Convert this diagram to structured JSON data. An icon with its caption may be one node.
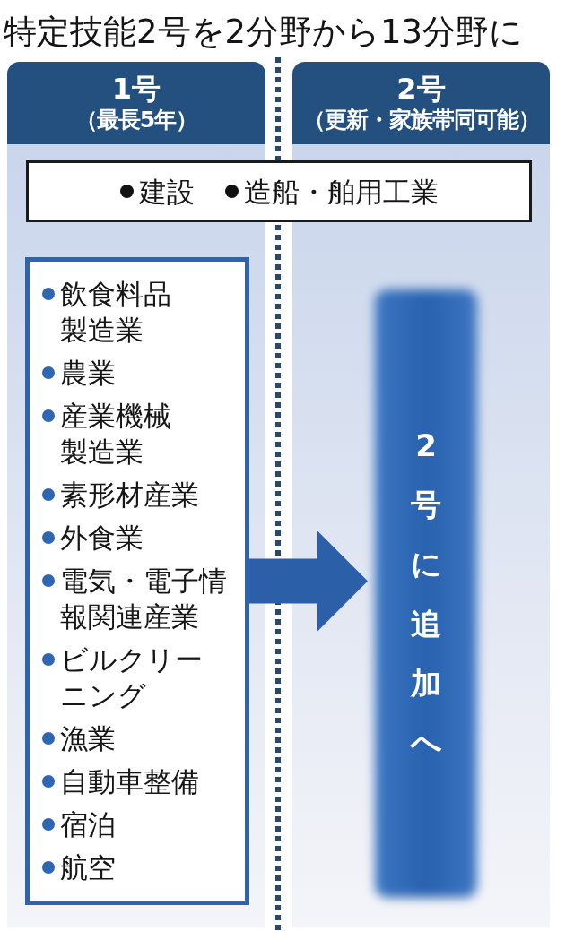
{
  "diagram": {
    "title": "特定技能2号を2分野から13分野に",
    "nodes": [
      {
        "text": [
          "1号",
          "（最長5年）"
        ]
      },
      {
        "text": [
          "2号",
          "（更新・家族帯同可能）"
        ]
      },
      {
        "text": [
          "建設",
          "造船・舶用工業"
        ]
      },
      {
        "text": [
          "飲食料品製造業",
          "農業",
          "産業機械製造業",
          "素形材産業",
          "外食業",
          "電気・電子情報関連産業",
          "ビルクリーニング",
          "漁業",
          "自動車整備",
          "宿泊",
          "航空"
        ],
        "in": 0
      },
      {
        "text": [
          "2号に追加へ"
        ],
        "in": 1
      }
    ],
    "edges": [
      {
        "from": 3,
        "to": 4,
        "arrow": "to"
      }
    ]
  }
}
